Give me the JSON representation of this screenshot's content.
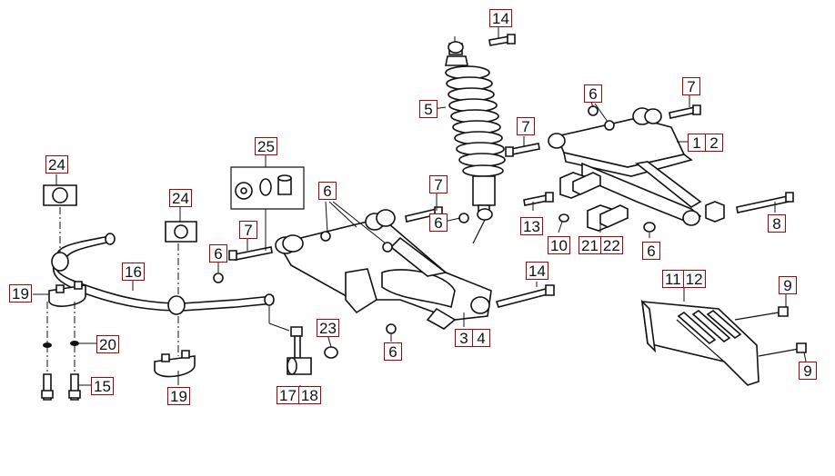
{
  "callouts": [
    {
      "id": "c14a",
      "labels": [
        "14"
      ]
    },
    {
      "id": "c5",
      "labels": [
        "5"
      ]
    },
    {
      "id": "c6a",
      "labels": [
        "6"
      ]
    },
    {
      "id": "c7a",
      "labels": [
        "7"
      ]
    },
    {
      "id": "c7b",
      "labels": [
        "7"
      ]
    },
    {
      "id": "c1_2",
      "labels": [
        "1",
        "2"
      ]
    },
    {
      "id": "c24a",
      "labels": [
        "24"
      ]
    },
    {
      "id": "c25",
      "labels": [
        "25"
      ]
    },
    {
      "id": "c6b",
      "labels": [
        "6"
      ]
    },
    {
      "id": "c7c",
      "labels": [
        "7"
      ]
    },
    {
      "id": "c24b",
      "labels": [
        "24"
      ]
    },
    {
      "id": "c7d",
      "labels": [
        "7"
      ]
    },
    {
      "id": "c6c",
      "labels": [
        "6"
      ]
    },
    {
      "id": "c13",
      "labels": [
        "13"
      ]
    },
    {
      "id": "c8",
      "labels": [
        "8"
      ]
    },
    {
      "id": "c10",
      "labels": [
        "10"
      ]
    },
    {
      "id": "c21_22",
      "labels": [
        "21",
        "22"
      ]
    },
    {
      "id": "c6d",
      "labels": [
        "6"
      ]
    },
    {
      "id": "c6e",
      "labels": [
        "6"
      ]
    },
    {
      "id": "c16",
      "labels": [
        "16"
      ]
    },
    {
      "id": "c19a",
      "labels": [
        "19"
      ]
    },
    {
      "id": "c14b",
      "labels": [
        "14"
      ]
    },
    {
      "id": "c11_12",
      "labels": [
        "11",
        "12"
      ]
    },
    {
      "id": "c9a",
      "labels": [
        "9"
      ]
    },
    {
      "id": "c3_4",
      "labels": [
        "3",
        "4"
      ]
    },
    {
      "id": "c23",
      "labels": [
        "23"
      ]
    },
    {
      "id": "c20",
      "labels": [
        "20"
      ]
    },
    {
      "id": "c6f",
      "labels": [
        "6"
      ]
    },
    {
      "id": "c9b",
      "labels": [
        "9"
      ]
    },
    {
      "id": "c15",
      "labels": [
        "15"
      ]
    },
    {
      "id": "c19b",
      "labels": [
        "19"
      ]
    },
    {
      "id": "c17_18",
      "labels": [
        "17",
        "18"
      ]
    }
  ]
}
